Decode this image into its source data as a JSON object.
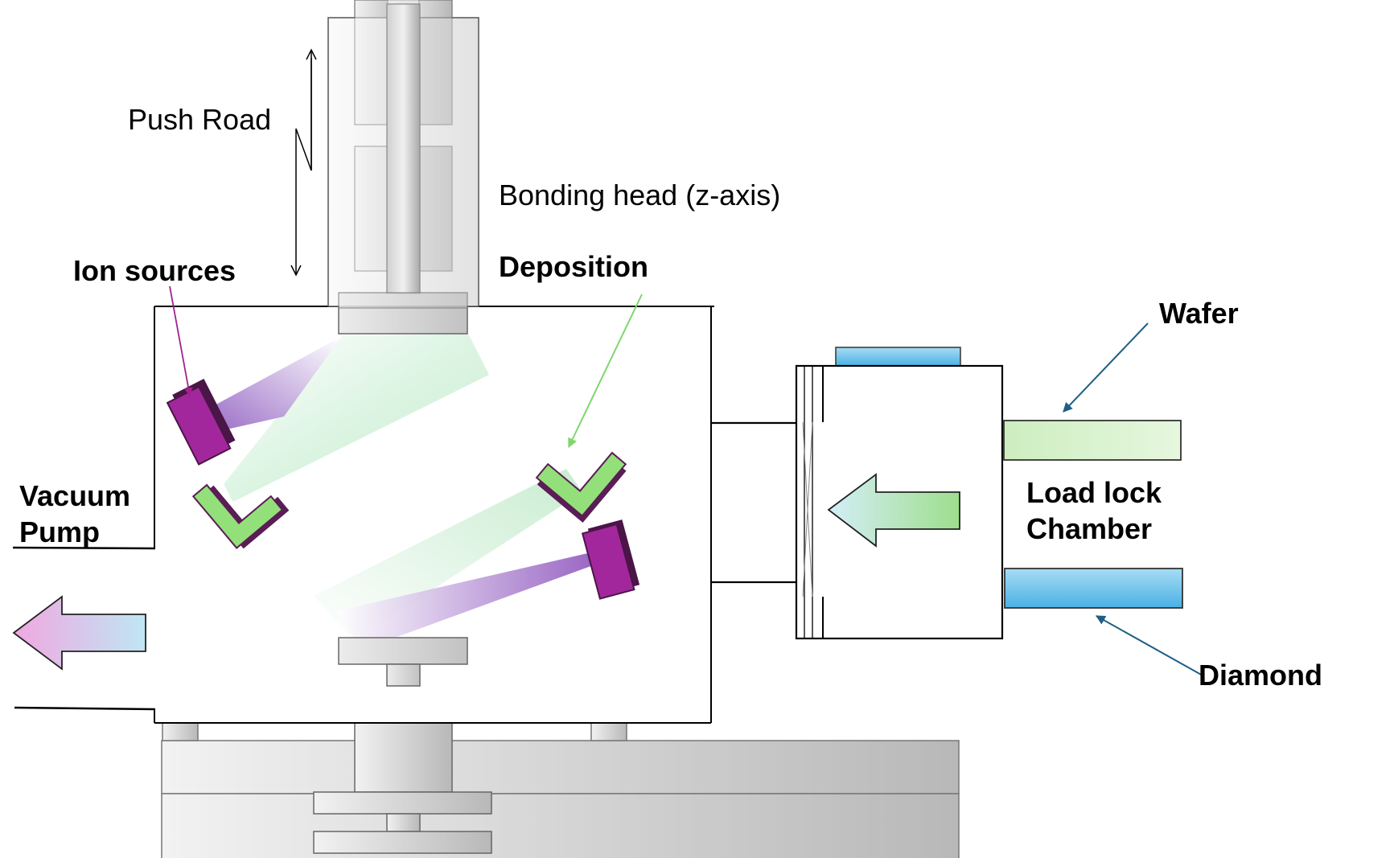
{
  "labels": {
    "push_road": "Push Road",
    "bonding_head": "Bonding head (z-axis)",
    "ion_sources": "Ion sources",
    "deposition": "Deposition",
    "wafer": "Wafer",
    "vacuum_line1": "Vacuum",
    "vacuum_line2": "Pump",
    "load_lock_line1": "Load lock",
    "load_lock_line2": "Chamber",
    "diamond": "Diamond"
  },
  "colors": {
    "ion_source": "#9b2796",
    "ion_source_dark": "#4a1547",
    "deposition_source": "#93e07a",
    "deposition_beam": "#d8f3df",
    "ion_beam": "#8f5cc0",
    "wafer": "#cdeec0",
    "diamond": "#6cc2ea",
    "callout_arrow": "#1f5f86",
    "machine_gray": "#c8c8c8"
  }
}
